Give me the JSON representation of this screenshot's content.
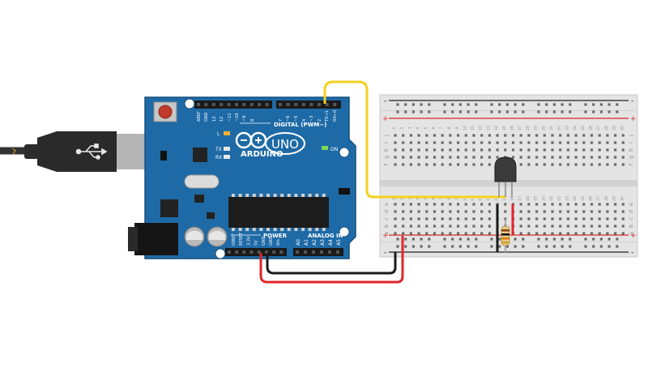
{
  "arduino": {
    "brand_text": "ARDUINO",
    "model_text": "UNO",
    "digital_header_label": "DIGITAL (PWM~)",
    "power_label": "POWER",
    "analog_label": "ANALOG IN",
    "on_label": "ON",
    "led_l": "L",
    "led_tx": "TX",
    "led_rx": "RX",
    "digital_pins": [
      "AREF",
      "GND",
      "13",
      "12",
      "~11",
      "~10",
      "~9",
      "8",
      "7",
      "~6",
      "~5",
      "4",
      "~3",
      "2",
      "TX→1",
      "RX←0"
    ],
    "power_pins": [
      "IOREF",
      "RESET",
      "3.3V",
      "5V",
      "GND",
      "GND",
      "Vin"
    ],
    "analog_pins": [
      "A0",
      "A1",
      "A2",
      "A3",
      "A4",
      "A5"
    ]
  },
  "breadboard": {
    "row_letters_top": [
      "j",
      "i",
      "h",
      "g",
      "f"
    ],
    "row_letters_bottom": [
      "e",
      "d",
      "c",
      "b",
      "a"
    ],
    "column_numbers": [
      "1",
      "2",
      "3",
      "4",
      "5",
      "6",
      "7",
      "8",
      "9",
      "10",
      "11",
      "12",
      "13",
      "14",
      "15",
      "16",
      "17",
      "18",
      "19",
      "20",
      "21",
      "22",
      "23",
      "24",
      "25",
      "26",
      "27",
      "28",
      "29",
      "30"
    ],
    "plus_sign": "+",
    "minus_sign": "-"
  },
  "colors": {
    "board_blue": "#1e6aa6",
    "board_edge": "#15507e",
    "wire_yellow": "#f5d01e",
    "wire_red": "#e0262a",
    "wire_black": "#1a1a1a",
    "rail_red": "#d82828",
    "rail_dark": "#222222"
  }
}
